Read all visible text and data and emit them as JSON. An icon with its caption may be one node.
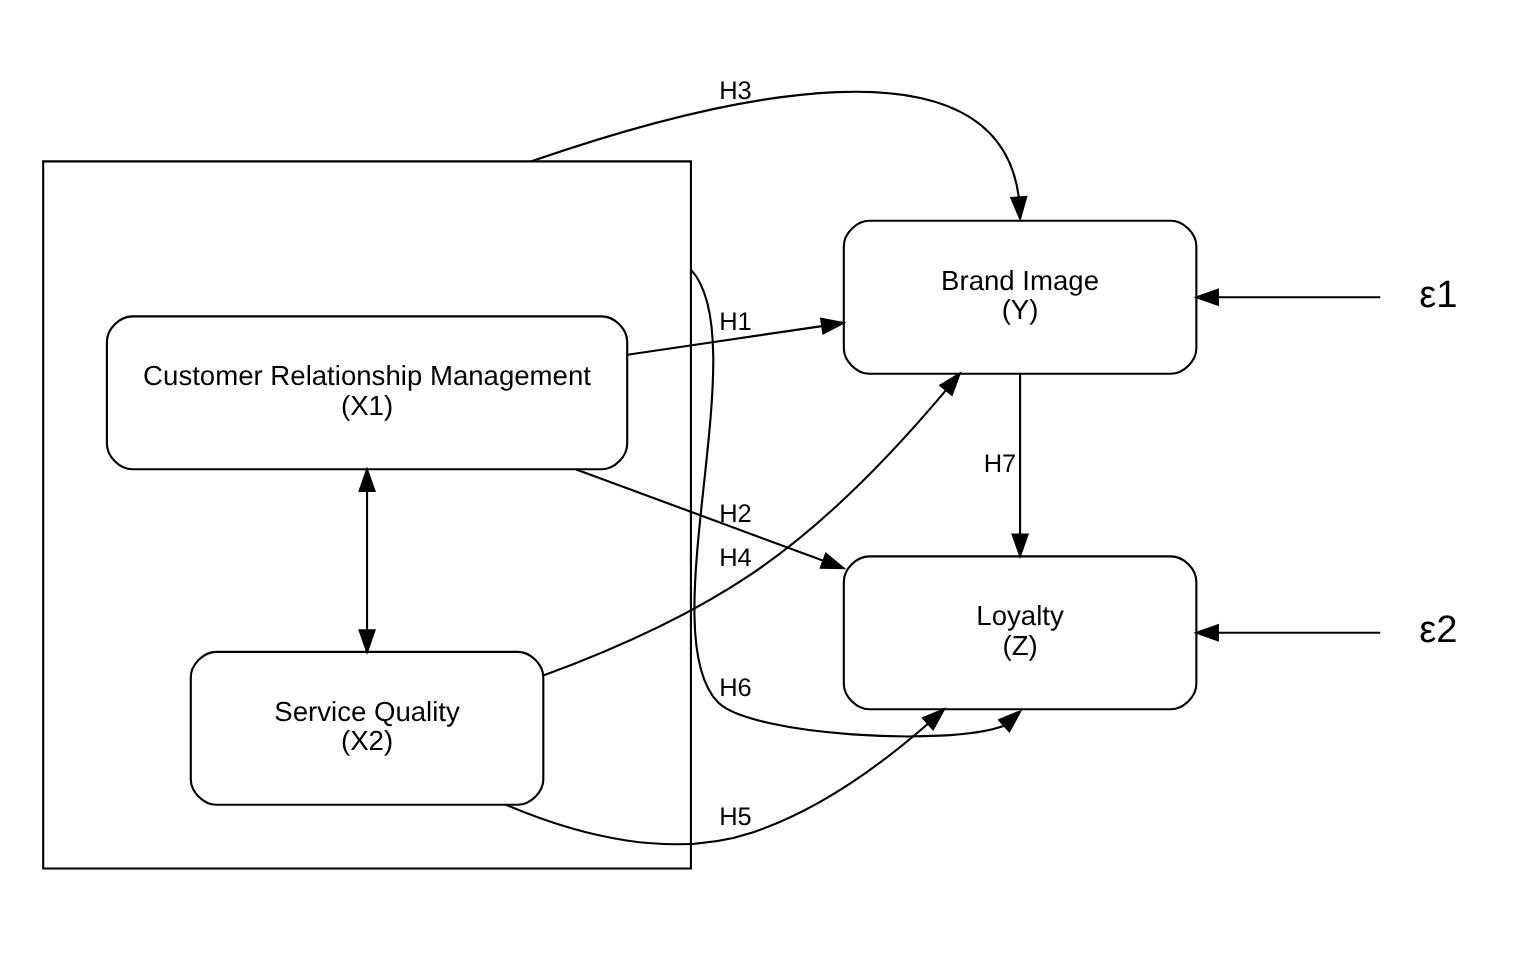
{
  "diagram": {
    "nodes": [
      {
        "text": [],
        "shape": "box"
      },
      {
        "text": [
          "Customer Relationship Management",
          "(X1)"
        ],
        "in": 0
      },
      {
        "text": [
          "Service Quality",
          "(X2)"
        ],
        "in": 0
      },
      {
        "text": [
          "Brand Image",
          "(Y)"
        ]
      },
      {
        "text": [
          "Loyalty",
          "(Z)"
        ]
      },
      {
        "text": [
          "ε1"
        ]
      },
      {
        "text": [
          "ε2"
        ]
      }
    ],
    "edges": [
      {
        "from": 1,
        "to": 2,
        "arrow": "both"
      },
      {
        "from": 0,
        "to": 3,
        "arrow": "to",
        "label": "H3"
      },
      {
        "from": 1,
        "to": 3,
        "arrow": "to",
        "label": "H1"
      },
      {
        "from": 1,
        "to": 4,
        "arrow": "to",
        "label": "H2"
      },
      {
        "from": 2,
        "to": 3,
        "arrow": "to",
        "label": "H4"
      },
      {
        "from": 2,
        "to": 4,
        "arrow": "to",
        "label": "H5"
      },
      {
        "from": 0,
        "to": 4,
        "arrow": "to",
        "label": "H6"
      },
      {
        "from": 3,
        "to": 4,
        "arrow": "to",
        "label": "H7"
      },
      {
        "from": 5,
        "to": 3,
        "arrow": "to"
      },
      {
        "from": 6,
        "to": 4,
        "arrow": "to"
      }
    ]
  }
}
